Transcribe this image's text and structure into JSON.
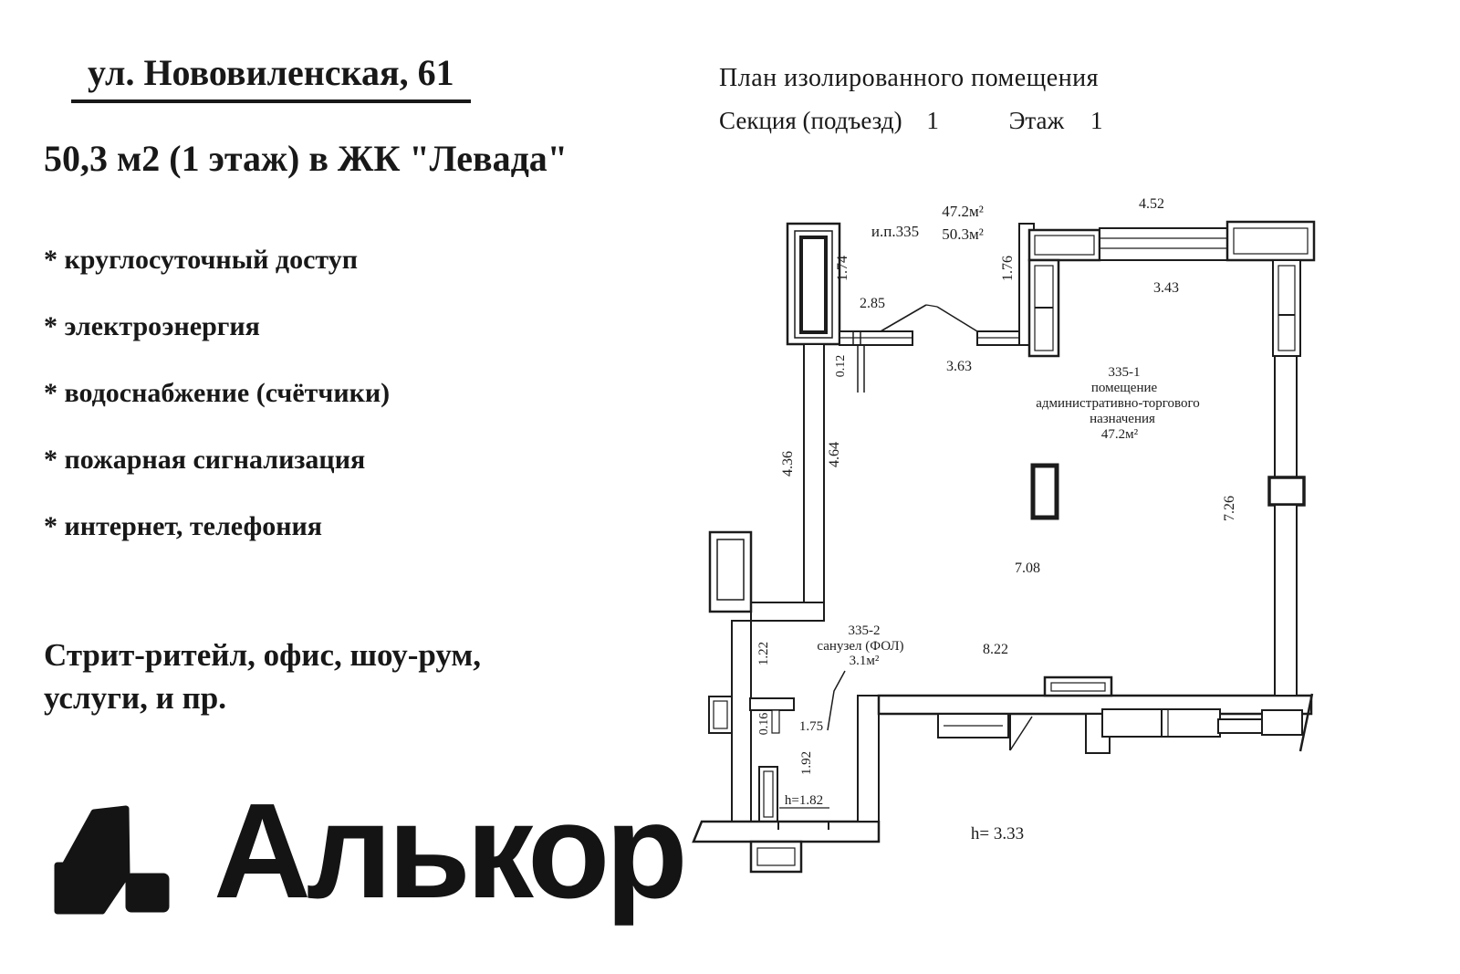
{
  "colors": {
    "ink": "#1c1c1c",
    "background": "#ffffff"
  },
  "left_panel": {
    "address": "ул. Нововиленская, 61",
    "subtitle": "50,3 м2 (1 этаж) в ЖК \"Левада\"",
    "features": [
      "* круглосуточный доступ",
      "* электроэнергия",
      "* водоснабжение (счётчики)",
      "* пожарная сигнализация",
      "* интернет, телефония"
    ],
    "usage_lines": [
      "Стрит-ритейл, офис, шоу-рум,",
      "услуги, и пр."
    ],
    "logo_text": "Алькор"
  },
  "plan": {
    "title": "План изолированного помещения",
    "section_label": "Секция (подъезд)",
    "section_value": "1",
    "floor_label": "Этаж",
    "floor_value": "1",
    "unit_label": "и.п.335",
    "unit_area": "47.2м²",
    "total_area": "50.3м²",
    "room_main": {
      "number": "335-1",
      "line1": "помещение",
      "line2": "административно-торгового",
      "line3": "назначения",
      "area": "47.2м²"
    },
    "room_wc": {
      "number": "335-2",
      "name": "санузел (ФОЛ)",
      "area": "3.1м²"
    },
    "dims": {
      "d452": "4.52",
      "d343": "3.43",
      "d174": "1.74",
      "d285": "2.85",
      "d176": "1.76",
      "d363": "3.63",
      "d012": "0.12",
      "d436": "4.36",
      "d464": "4.64",
      "d726": "7.26",
      "d708": "7.08",
      "d822": "8.22",
      "d122": "1.22",
      "d016": "0.16",
      "d175": "1.75",
      "d192": "1.92"
    },
    "heights": {
      "wc": "h=1.82",
      "main": "h= 3.33"
    }
  }
}
